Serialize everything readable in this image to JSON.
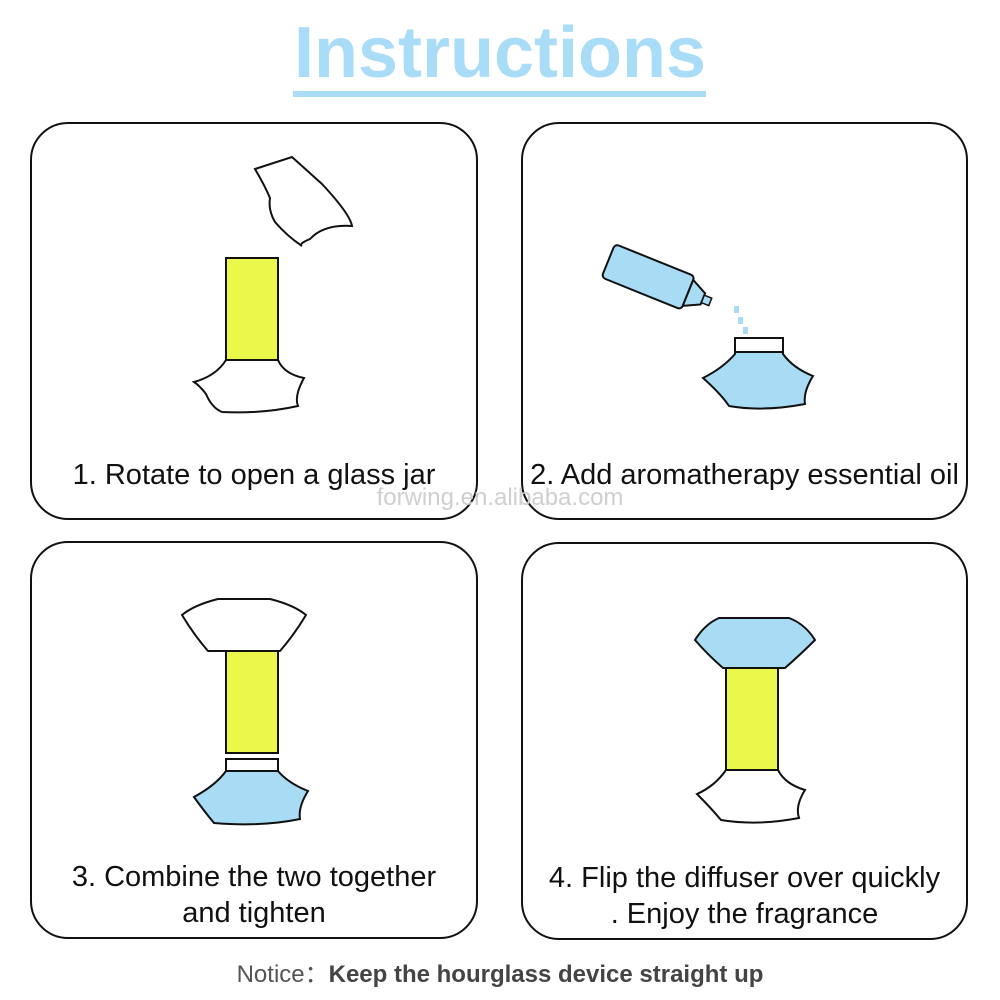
{
  "title": "Instructions",
  "steps": [
    {
      "line1": "1. Rotate to open a glass jar"
    },
    {
      "line1": "2. Add aromatherapy essential oil"
    },
    {
      "line1": "3. Combine the two together",
      "line2": "and tighten"
    },
    {
      "line1": "4. Flip the diffuser over quickly",
      "line2": ". Enjoy the fragrance"
    }
  ],
  "watermark": "forwing.en.alibaba.com",
  "notice": {
    "label": "Notice：",
    "text": "Keep the hourglass device straight up"
  },
  "colors": {
    "accent": "#a9dcf7",
    "yellow": "#eaf74b",
    "liquid": "#a8dcf5",
    "outline": "#111111"
  }
}
